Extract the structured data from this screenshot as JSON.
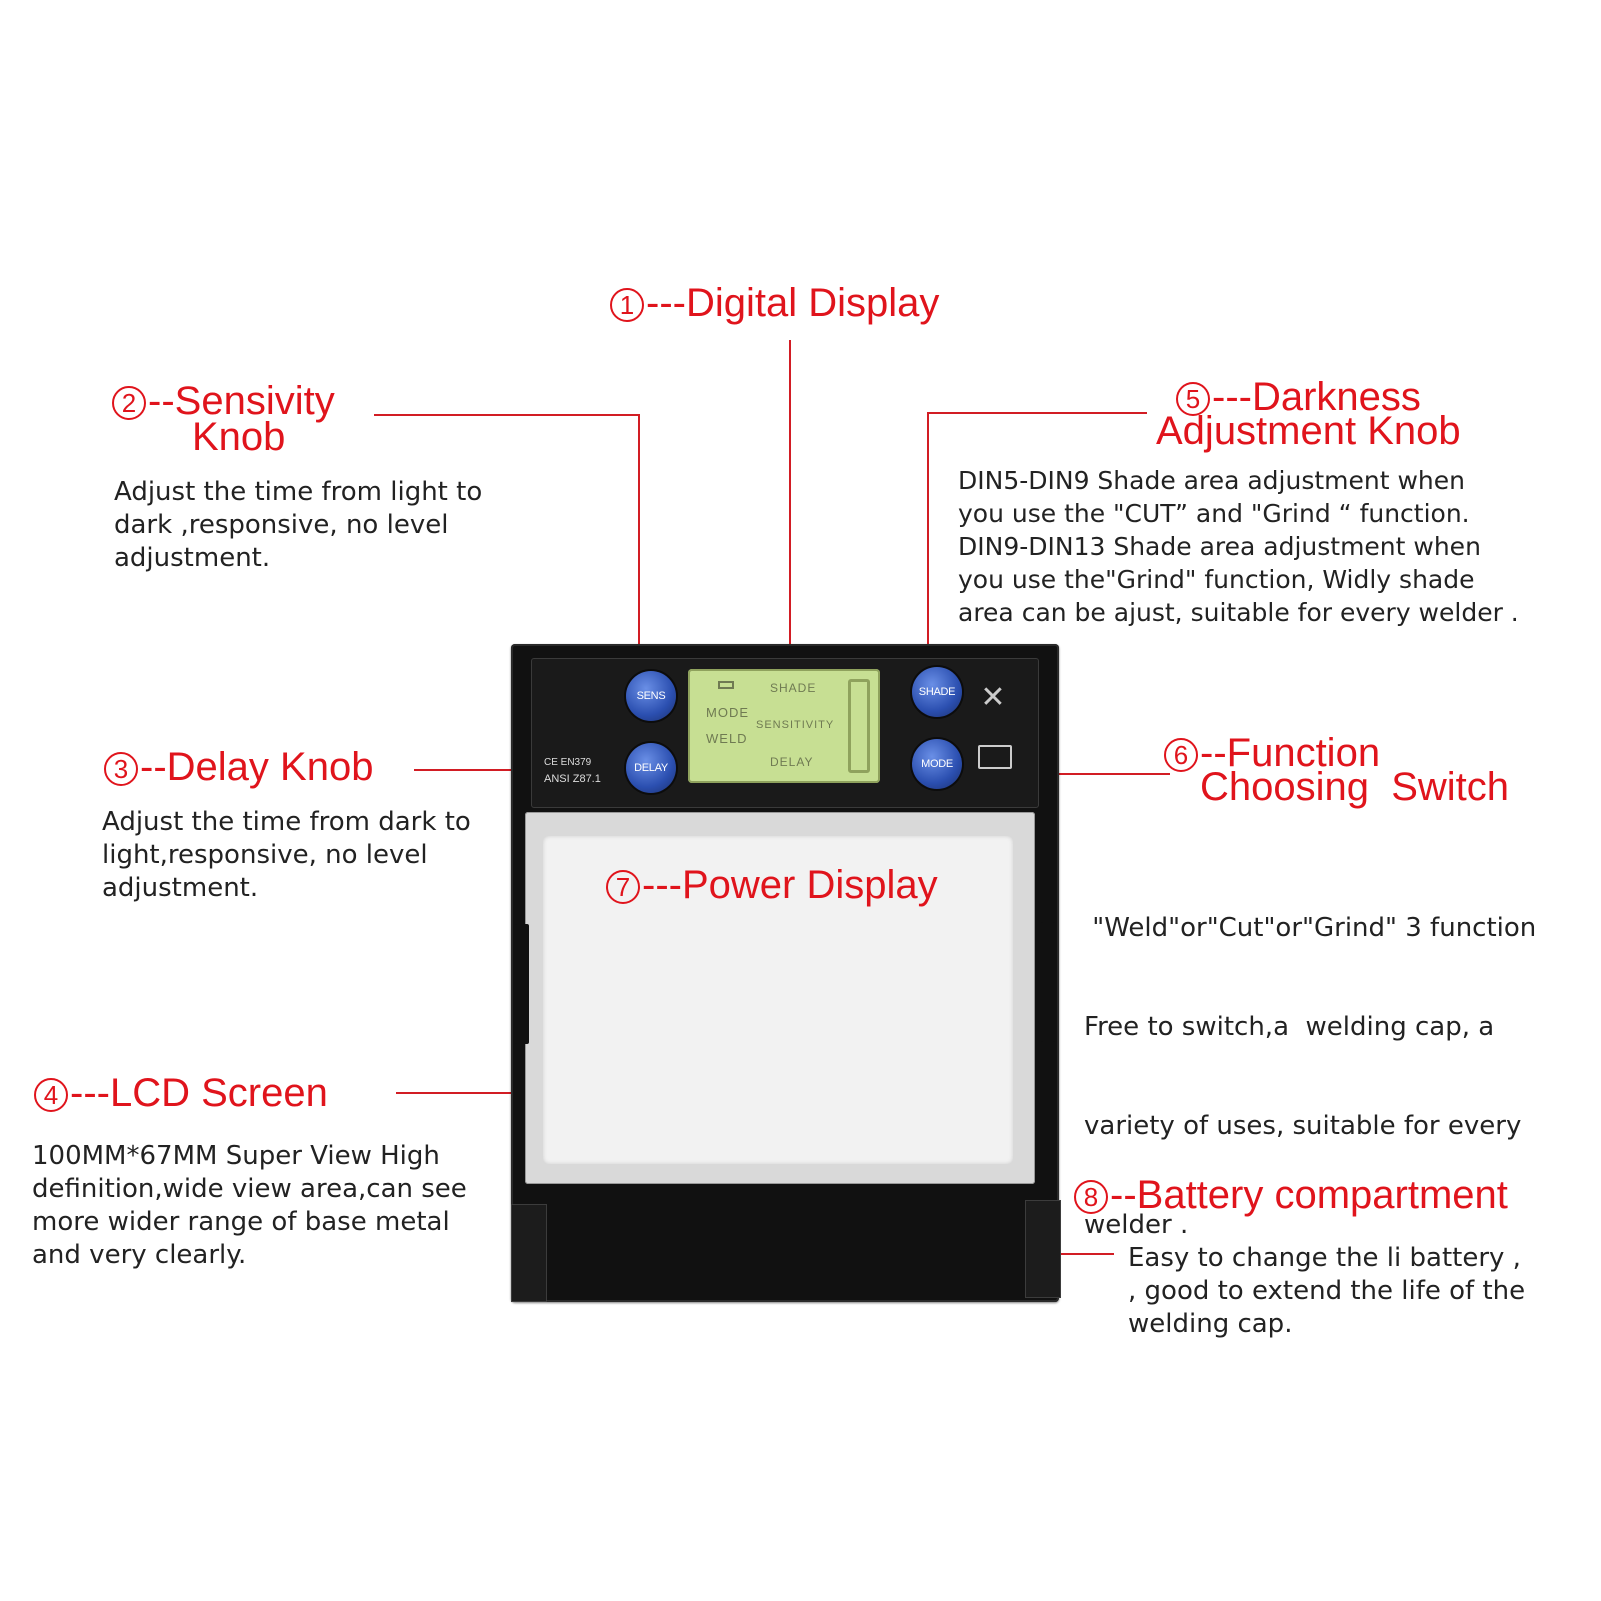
{
  "callouts": {
    "digital_display": {
      "num": "1",
      "title": "---Digital Display"
    },
    "sensivity_knob": {
      "num": "2",
      "title_line1": "--Sensivity",
      "title_line2": "Knob",
      "desc": [
        "Adjust the time from light to",
        "dark ,responsive, no level",
        "adjustment."
      ]
    },
    "delay_knob": {
      "num": "3",
      "title": "--Delay Knob",
      "desc": [
        "Adjust the time from dark to",
        "light,responsive, no level",
        "adjustment."
      ]
    },
    "lcd_screen": {
      "num": "4",
      "title": "---LCD Screen",
      "desc": [
        "100MM*67MM Super View High",
        "definition,wide view area,can see",
        "more wider range  of base metal",
        " and very clearly."
      ]
    },
    "darkness_knob": {
      "num": "5",
      "title_line1": "---Darkness",
      "title_line2": "Adjustment Knob",
      "desc": [
        "DIN5-DIN9 Shade area adjustment when",
        "you use the  \"CUT”   and \"Grind  “ function.",
        "DIN9-DIN13 Shade area adjustment when",
        "you use the\"Grind\" function, Widly shade",
        "area can be ajust, suitable for every welder ."
      ]
    },
    "function_switch": {
      "num": "6",
      "title_line1": "--Function",
      "title_line2": "Choosing  Switch",
      "desc": [
        " \"Weld\"or\"Cut\"or\"Grind\" 3 function",
        "Free to switch,a  welding cap, a",
        "variety of uses, suitable for every",
        "welder ."
      ]
    },
    "power_display": {
      "num": "7",
      "title": "---Power Display"
    },
    "battery": {
      "num": "8",
      "title": "--Battery compartment",
      "desc": [
        "Easy to change the li battery ,",
        ", good to extend the life of the",
        "welding cap."
      ]
    }
  },
  "device": {
    "knob_sens": "SENS",
    "knob_delay": "DELAY",
    "knob_shade": "SHADE",
    "knob_mode": "MODE",
    "lcd_shade": "SHADE",
    "lcd_sensitivity": "SENSITIVITY",
    "lcd_delay": "DELAY",
    "lcd_mode": "MODE",
    "lcd_weld": "WELD",
    "marking_en": "CE EN379",
    "marking_ansi": "ANSI Z87.1"
  },
  "colors": {
    "accent": "#e0141c",
    "knob": "#2b4fb0",
    "lcd": "#c7df93",
    "body": "#111111"
  }
}
